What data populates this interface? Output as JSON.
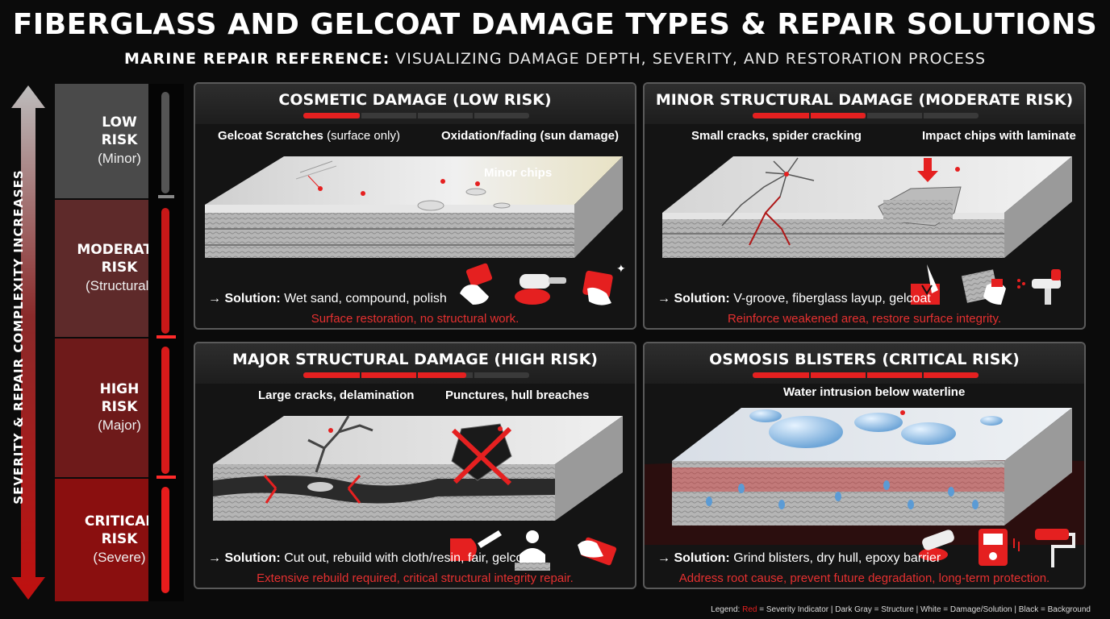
{
  "header": {
    "title": "FIBERGLASS AND GELCOAT DAMAGE TYPES & REPAIR SOLUTIONS",
    "subtitle_bold": "MARINE REPAIR REFERENCE:",
    "subtitle_rest": " VISUALIZING DAMAGE DEPTH, SEVERITY, AND RESTORATION PROCESS"
  },
  "scale": {
    "arrow_label": "SEVERITY & REPAIR COMPLEXITY INCREASES",
    "levels": [
      {
        "title_1": "LOW",
        "title_2": "RISK",
        "sub": "(Minor)",
        "color": "#4a4a4a"
      },
      {
        "title_1": "MODERATE",
        "title_2": "RISK",
        "sub": "(Structural)",
        "color": "#5e2a2a"
      },
      {
        "title_1": "HIGH",
        "title_2": "RISK",
        "sub": "(Major)",
        "color": "#6e1a1a"
      },
      {
        "title_1": "CRITICAL",
        "title_2": "RISK",
        "sub": "(Severe)",
        "color": "#8a0f0f"
      }
    ]
  },
  "panels": [
    {
      "title": "COSMETIC DAMAGE (LOW RISK)",
      "severity": 0.25,
      "label_a_bold": "Gelcoat Scratches",
      "label_a_rest": " (surface only)",
      "label_b": "Oxidation/fading (sun damage)",
      "label_c": "Minor chips",
      "solution_bold": "→ Solution:",
      "solution_rest": " Wet sand, compound, polish",
      "note": "Surface restoration, no structural work.",
      "icons": [
        "sanding-pad-icon",
        "polisher-icon",
        "polishing-cloth-icon"
      ]
    },
    {
      "title": "MINOR STRUCTURAL DAMAGE (MODERATE RISK)",
      "severity": 0.5,
      "label_a": "Small cracks, spider cracking",
      "label_b": "Impact chips with laminate",
      "solution_bold": "→ Solution:",
      "solution_rest": " V-groove, fiberglass layup, gelcoat",
      "note": "Reinforce weakened area, restore surface integrity.",
      "icons": [
        "v-groove-tool-icon",
        "fiberglass-cloth-icon",
        "spray-gun-icon"
      ]
    },
    {
      "title": "MAJOR STRUCTURAL DAMAGE (HIGH RISK)",
      "severity": 0.72,
      "label_a": "Large cracks, delamination",
      "label_b": "Punctures, hull breaches",
      "solution_bold": "→ Solution:",
      "solution_rest": " Cut out, rebuild with cloth/resin, fair, gelcoat",
      "note": "Extensive rebuild required, critical structural integrity repair.",
      "icons": [
        "saw-icon",
        "worker-layup-icon",
        "fairing-board-icon"
      ]
    },
    {
      "title": "OSMOSIS BLISTERS (CRITICAL RISK)",
      "severity": 1.0,
      "label_a": "Water intrusion below waterline",
      "solution_bold": "→ Solution:",
      "solution_rest": " Grind blisters, dry hull, epoxy barrier",
      "note": "Address root cause, prevent future degradation, long-term protection.",
      "icons": [
        "grinder-icon",
        "dehumidifier-icon",
        "paint-roller-icon"
      ]
    }
  ],
  "legend": {
    "prefix": "Legend: ",
    "red_word": "Red",
    "rest": " = Severity Indicator | Dark Gray = Structure | White = Damage/Solution | Black = Background"
  },
  "colors": {
    "accent_red": "#e52020",
    "structure_gray": "#8a8a8a",
    "background": "#0b0b0b"
  }
}
